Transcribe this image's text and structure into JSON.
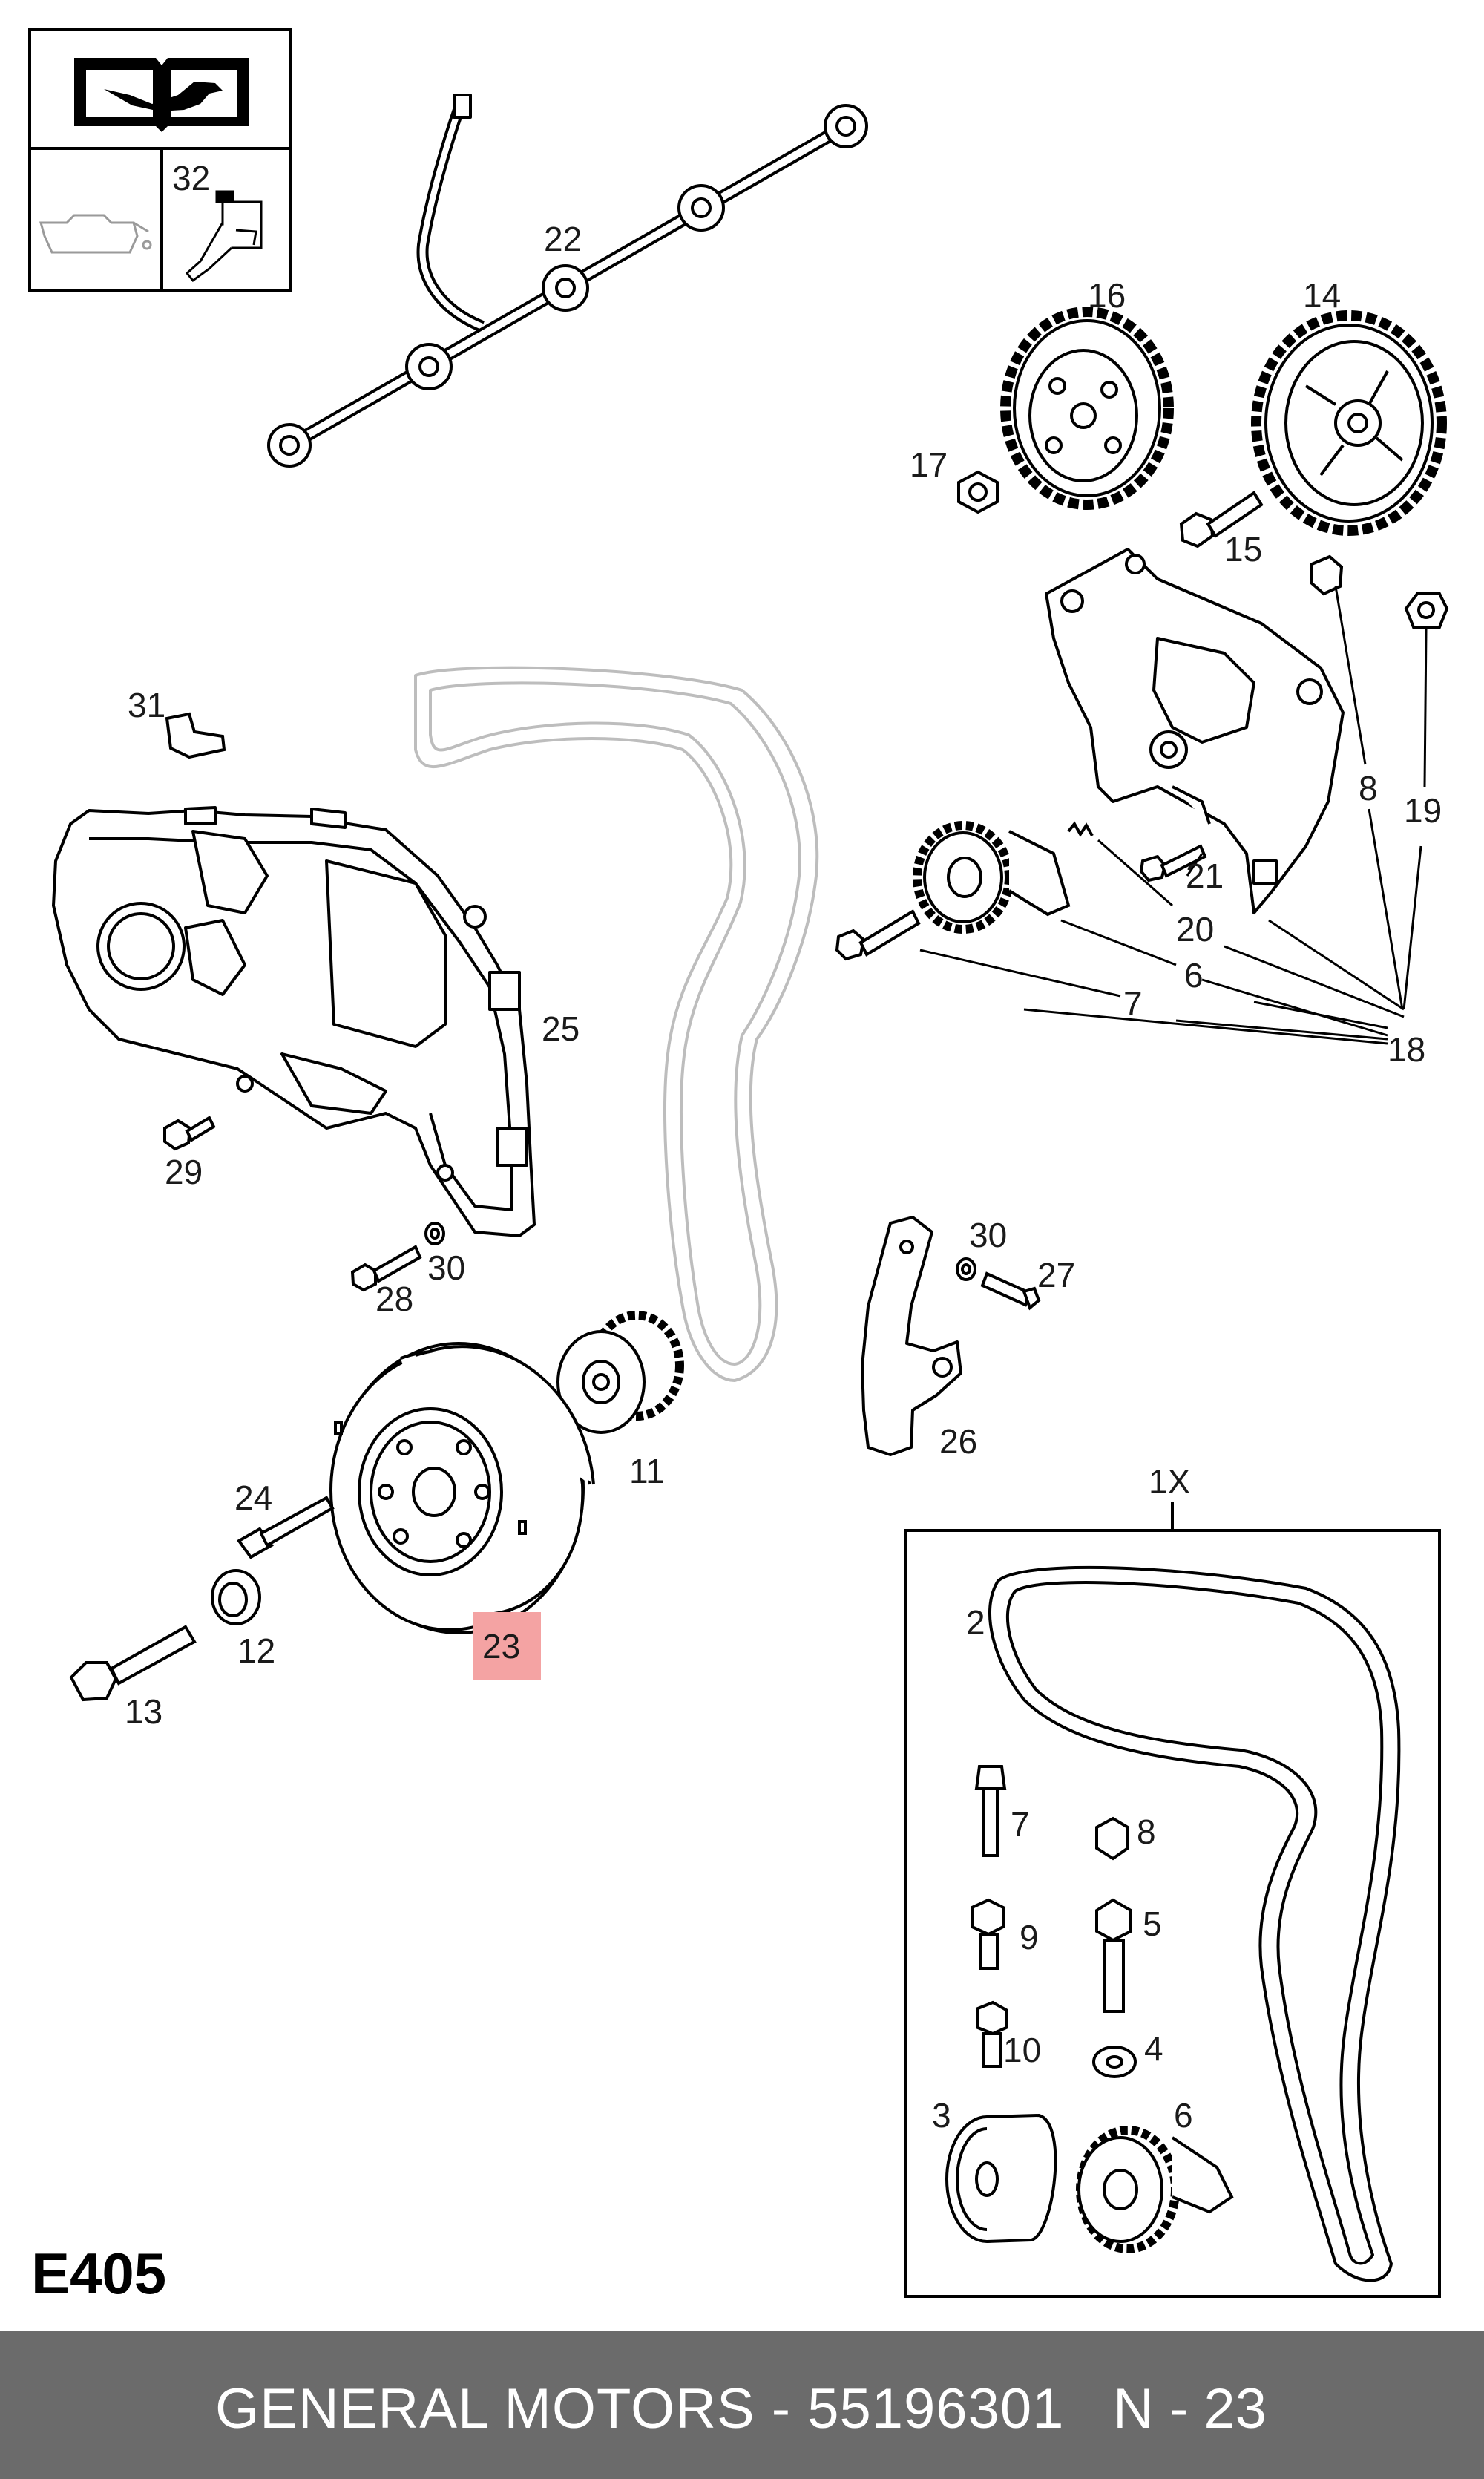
{
  "diagram_code": "E405",
  "footer": {
    "brand_part": "GENERAL MOTORS - 55196301",
    "position": "N - 23"
  },
  "highlight_color": "#f4a3a3",
  "footer_color": "#6b6b6b",
  "callouts": {
    "c32": "32",
    "c22": "22",
    "c16": "16",
    "c14": "14",
    "c17": "17",
    "c15": "15",
    "c8": "8",
    "c19": "19",
    "c21": "21",
    "c20": "20",
    "c6": "6",
    "c7": "7",
    "c18": "18",
    "c31": "31",
    "c25": "25",
    "c29": "29",
    "c28": "28",
    "c30a": "30",
    "c30b": "30",
    "c27": "27",
    "c26": "26",
    "c11": "11",
    "c24": "24",
    "c12": "12",
    "c13": "13",
    "c23": "23"
  },
  "kit": {
    "title": "1X",
    "c2": "2",
    "c7": "7",
    "c8": "8",
    "c9": "9",
    "c5": "5",
    "c10": "10",
    "c4": "4",
    "c3": "3",
    "c6": "6"
  }
}
